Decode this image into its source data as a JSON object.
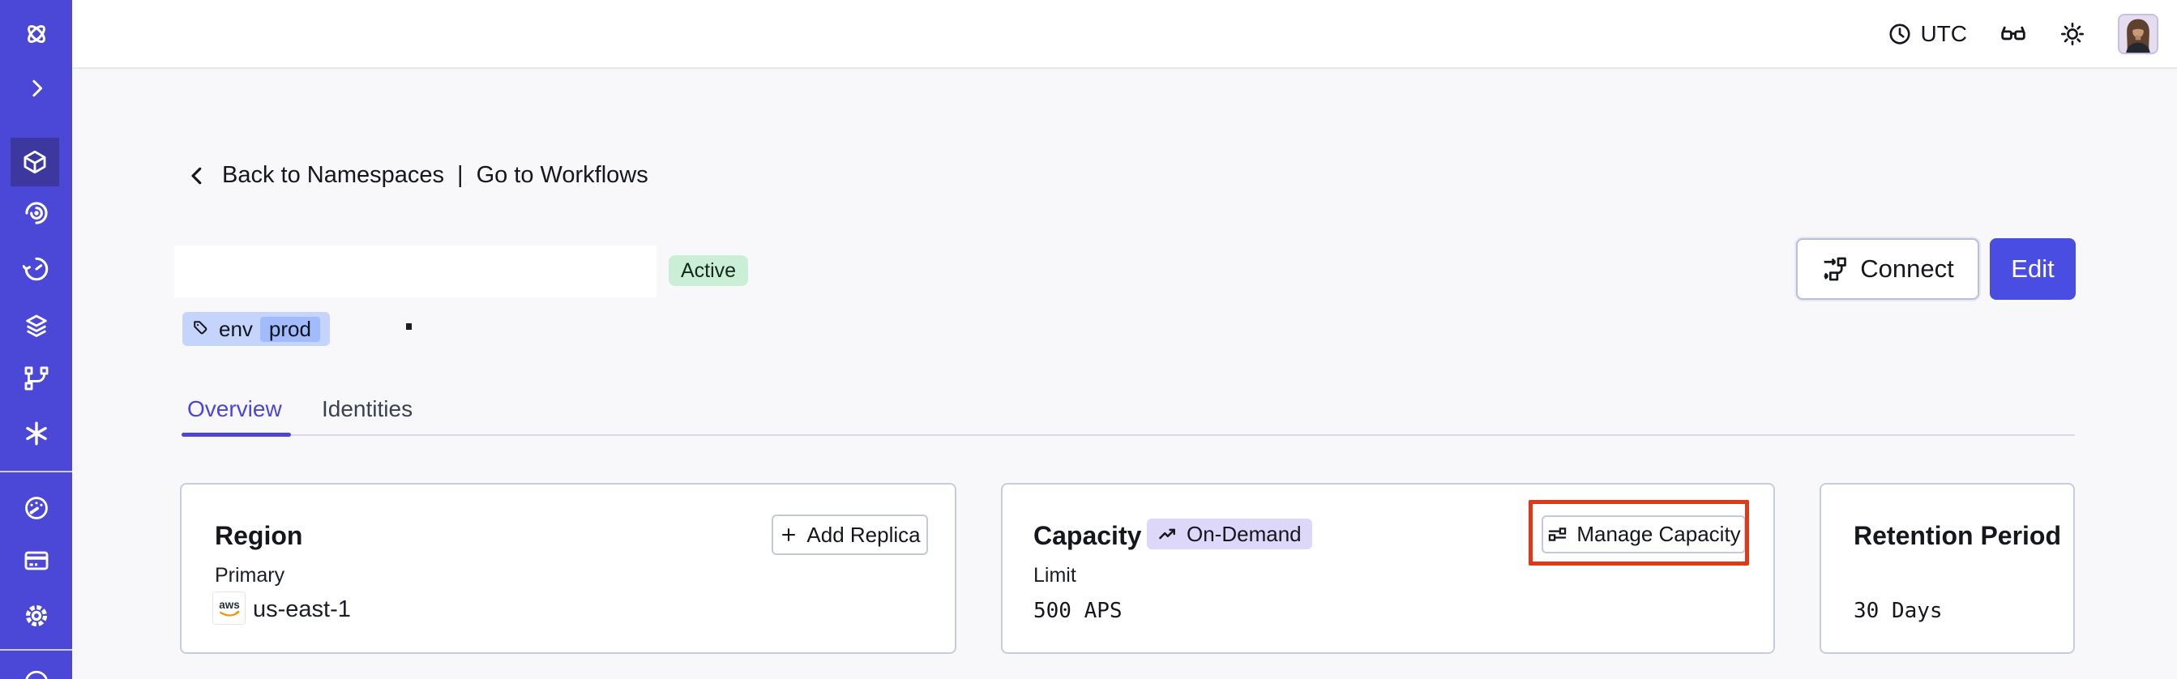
{
  "colors": {
    "sidebar_bg": "#4b48d7",
    "sidebar_active_bg": "#3c38a0",
    "accent_indigo": "#4a4de2",
    "annotation_red": "#de3a1a",
    "status_badge_bg": "#cbeed6",
    "tag_bg": "#c4d4fd",
    "tag_chip_bg": "#a2bbfc",
    "ondemand_badge_bg": "#ddd7fa",
    "aws_orange": "#f59300",
    "page_bg": "#f8f8fa"
  },
  "sidebar": {
    "items": [
      "temporal-logo",
      "expand-chevron",
      "namespaces (active)",
      "monitor-spiral",
      "schedules-clock",
      "deployments-layers",
      "pipelines-branch",
      "nexus-asterisk",
      "usage-gauge",
      "billing-card",
      "settings-gear",
      "partial-bottom-icon"
    ]
  },
  "topbar": {
    "timezone": "UTC"
  },
  "page": {
    "breadcrumb": {
      "back": "Back to Namespaces",
      "divider": "|",
      "workflows": "Go to Workflows"
    },
    "status_badge": "Active",
    "tag": {
      "key": "env",
      "value": "prod"
    },
    "buttons": {
      "connect": "Connect",
      "edit": "Edit"
    }
  },
  "tabs": [
    {
      "label": "Overview",
      "active": true
    },
    {
      "label": "Identities",
      "active": false
    }
  ],
  "cards": {
    "region": {
      "title": "Region",
      "button": "Add Replica",
      "label": "Primary",
      "provider": "aws",
      "value": "us-east-1"
    },
    "capacity": {
      "title": "Capacity",
      "badge": "On-Demand",
      "label": "Limit",
      "value": "500 APS",
      "button": "Manage Capacity"
    },
    "retention": {
      "title": "Retention Period",
      "value": "30 Days"
    }
  }
}
